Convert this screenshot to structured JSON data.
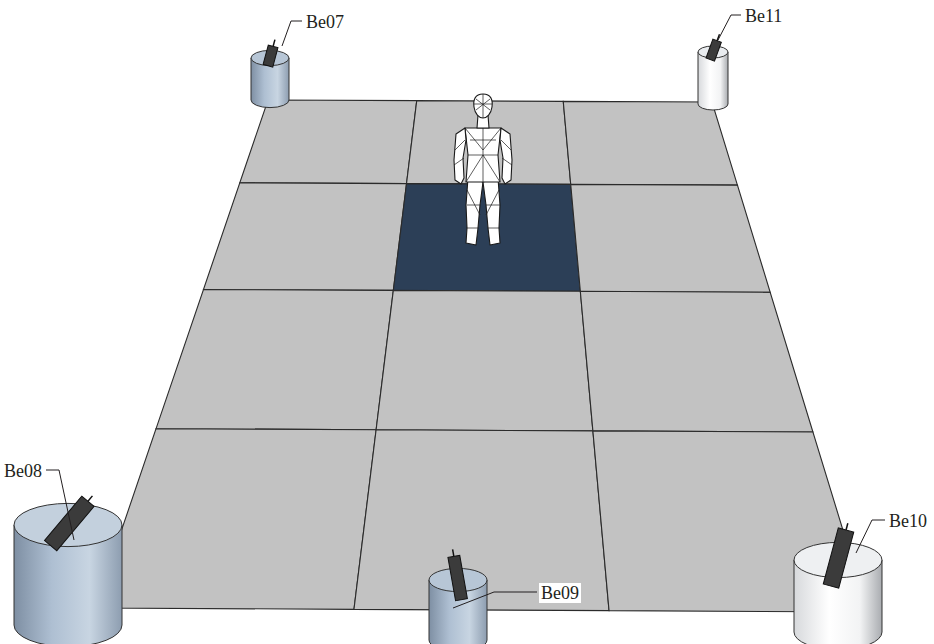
{
  "diagram": {
    "labels": [
      "Be07",
      "Be11",
      "Be08",
      "Be09",
      "Be10"
    ]
  }
}
